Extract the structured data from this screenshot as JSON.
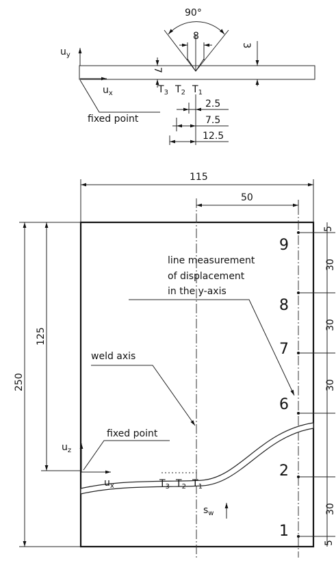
{
  "top_view": {
    "angle_label": "90°",
    "groove_width": "8",
    "depth": "3",
    "plate_thickness": "7",
    "axis_y": "u",
    "axis_y_sub": "y",
    "axis_x": "u",
    "axis_x_sub": "x",
    "sensors": [
      {
        "name": "T",
        "sub": "3"
      },
      {
        "name": "T",
        "sub": "2"
      },
      {
        "name": "T",
        "sub": "1"
      }
    ],
    "fixed_point_label": "fixed point",
    "offsets": [
      "2.5",
      "7.5",
      "12.5"
    ]
  },
  "bottom_view": {
    "width": "115",
    "offset": "50",
    "height": "250",
    "half_height": "125",
    "right_dims": [
      "5",
      "30",
      "30",
      "30",
      "30",
      "5"
    ],
    "point_numbers": [
      "9",
      "8",
      "7",
      "6",
      "2",
      "1"
    ],
    "line_label": [
      "line measurement",
      "of displacement",
      "in the y-axis"
    ],
    "weld_axis_label": "weld axis",
    "fixed_point_label": "fixed point",
    "axis_z": "u",
    "axis_z_sub": "z",
    "axis_x": "u",
    "axis_x_sub": "x",
    "sensors": [
      {
        "name": "T",
        "sub": "3"
      },
      {
        "name": "T",
        "sub": "2"
      },
      {
        "name": "T",
        "sub": "1"
      }
    ],
    "sw_label": "s",
    "sw_sub": "w"
  }
}
